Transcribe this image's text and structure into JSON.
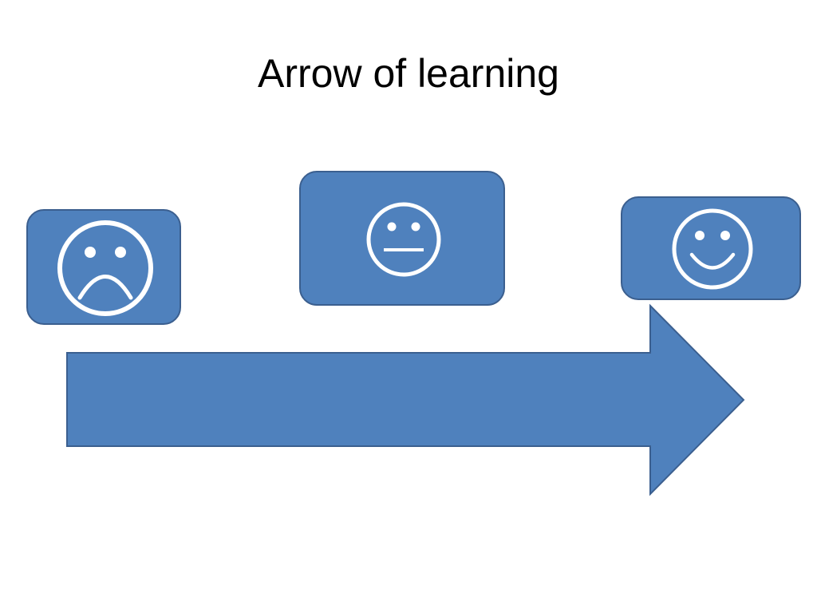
{
  "slide": {
    "title": "Arrow of learning"
  },
  "diagram": {
    "arrow": {
      "direction": "right"
    },
    "faces": [
      {
        "id": "sad",
        "icon": "sad-face-icon"
      },
      {
        "id": "neutral",
        "icon": "neutral-face-icon"
      },
      {
        "id": "happy",
        "icon": "happy-face-icon"
      }
    ]
  },
  "colors": {
    "shape_fill": "#4f81bd",
    "shape_border": "#3b5f8f",
    "face_stroke": "#ffffff",
    "background": "#ffffff",
    "title_text": "#000000"
  }
}
